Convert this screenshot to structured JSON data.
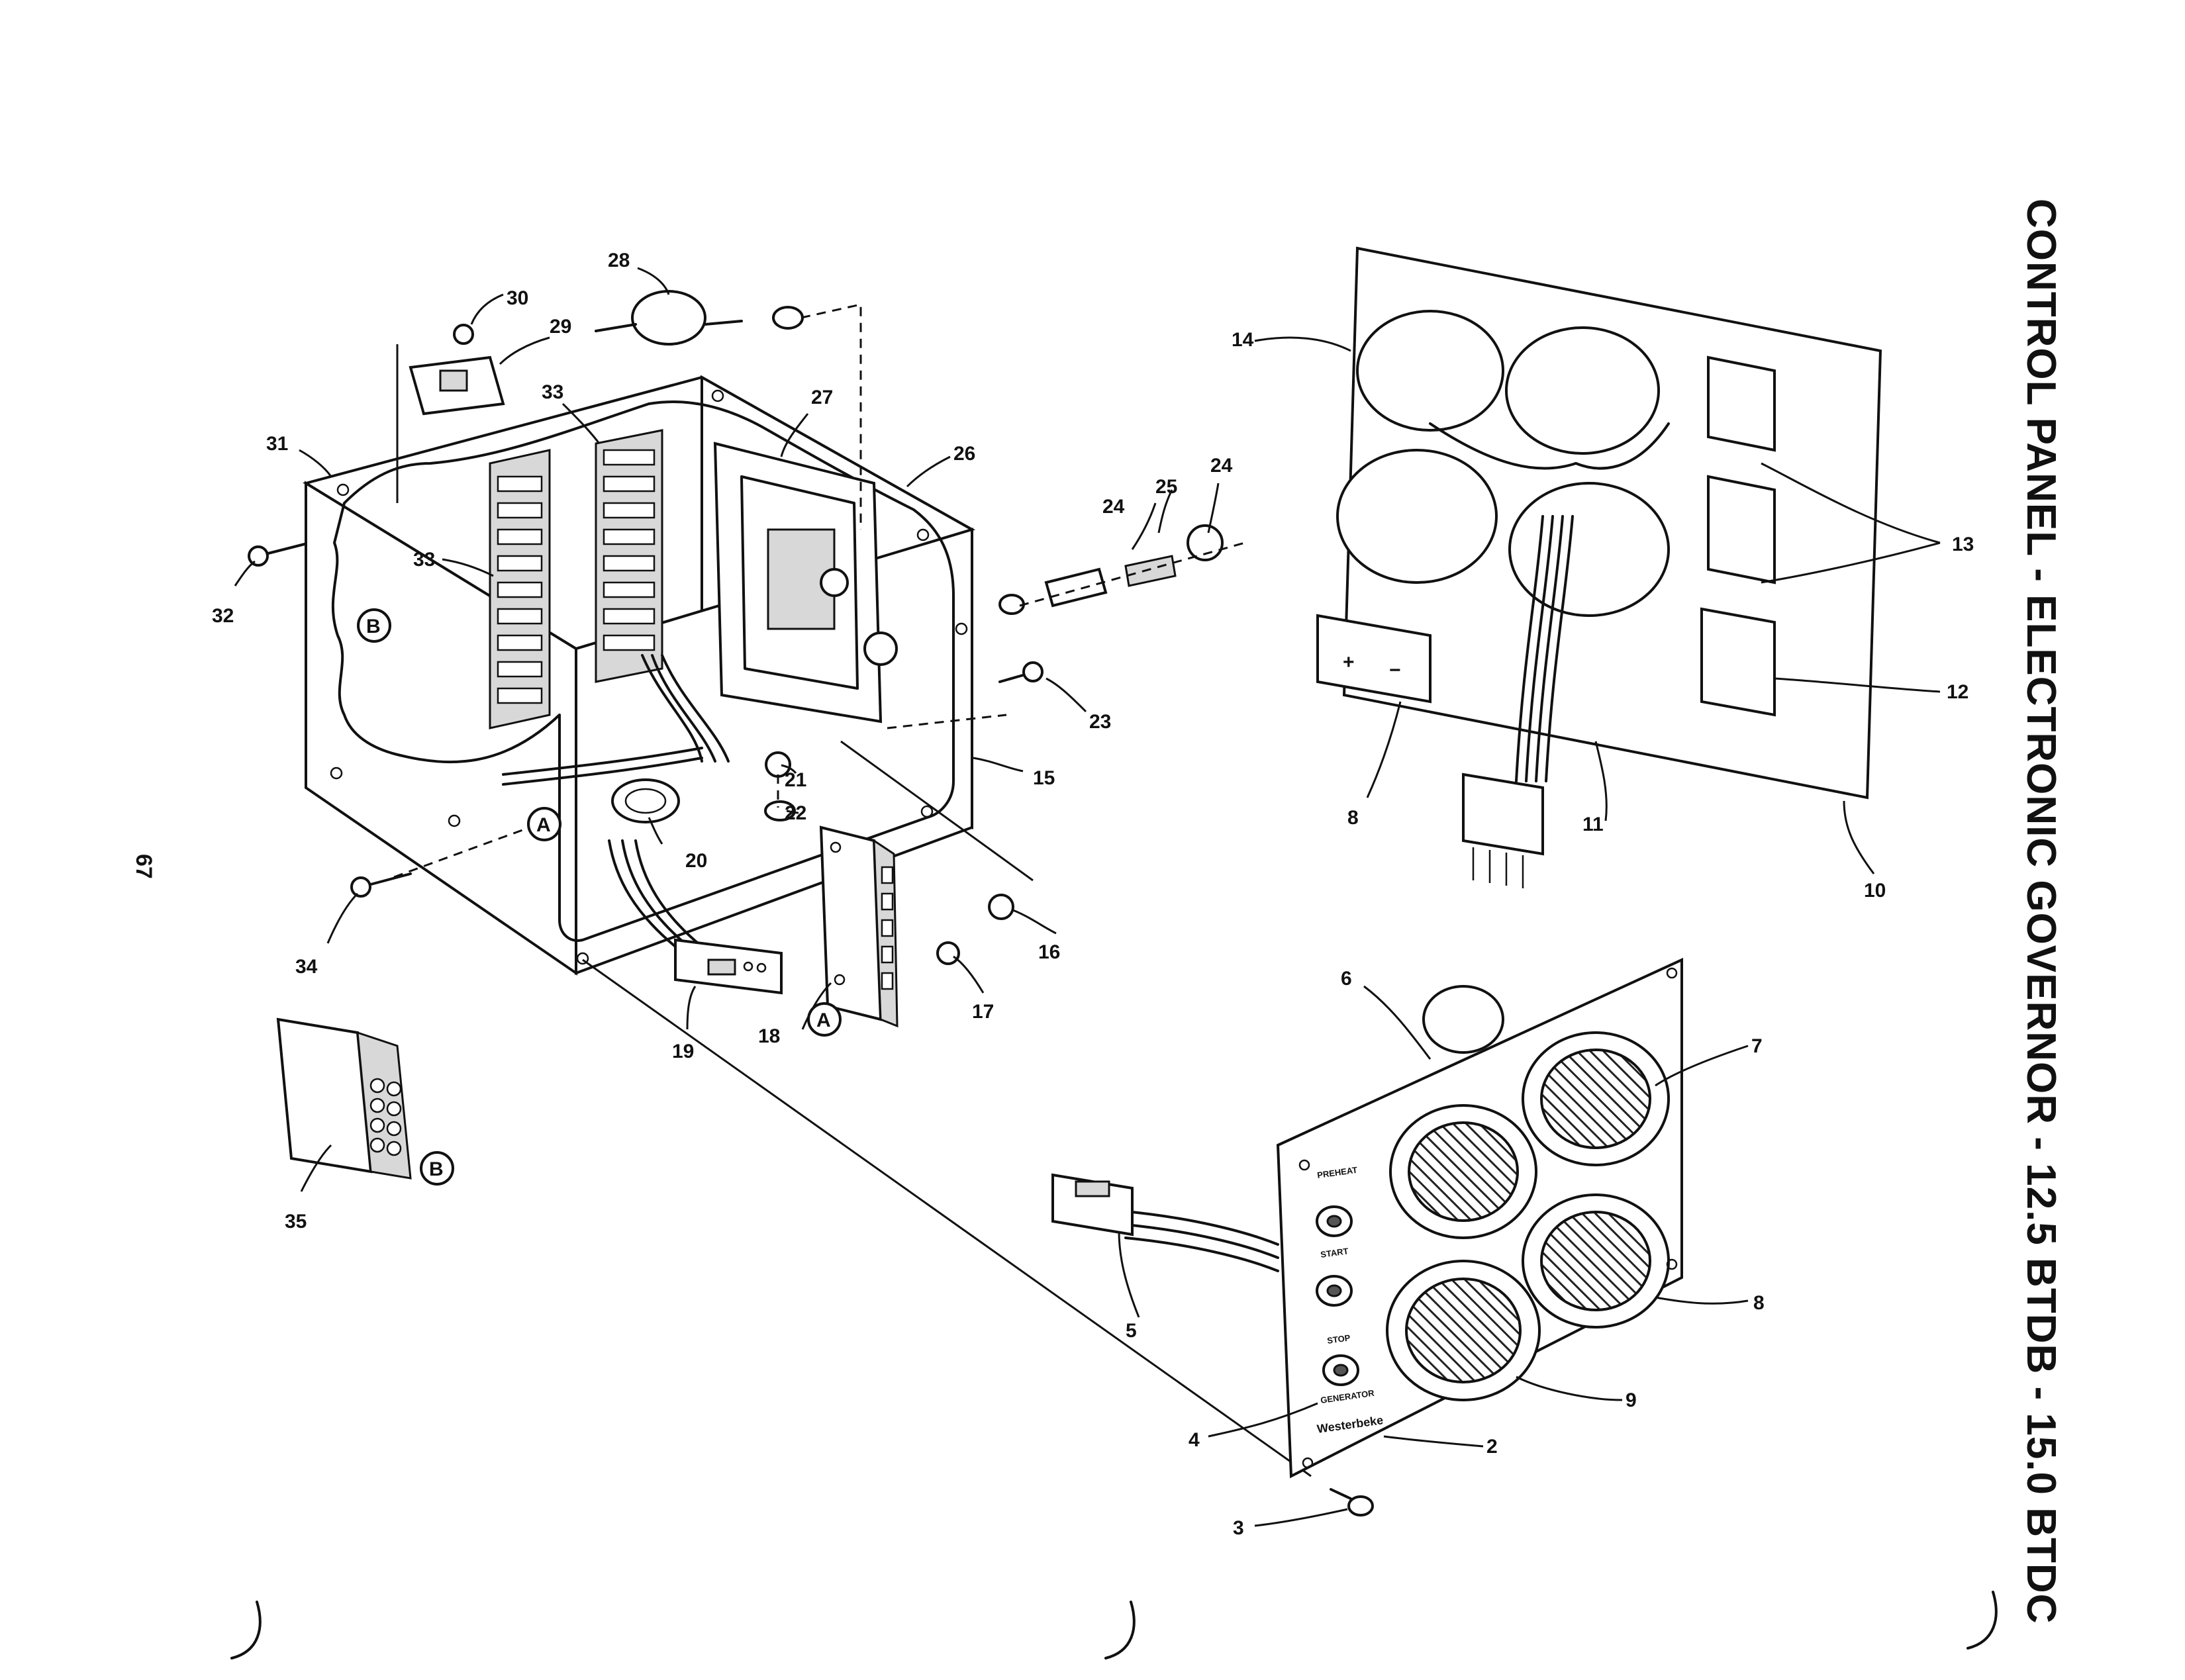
{
  "title": "CONTROL PANEL - ELECTRONIC GOVERNOR - 12.5 BTDB - 15.0 BTDC",
  "page_number": "67",
  "panel_labels": {
    "preheat": "PREHEAT",
    "start": "START",
    "stop": "STOP",
    "brand_small": "GENERATOR",
    "brand": "Westerbeke",
    "plus": "+",
    "minus": "−"
  },
  "reference_markers": {
    "a": "A",
    "b": "B"
  },
  "callouts": {
    "c2": "2",
    "c3": "3",
    "c4": "4",
    "c5": "5",
    "c6": "6",
    "c7": "7",
    "c8a": "8",
    "c8b": "8",
    "c9": "9",
    "c10": "10",
    "c11": "11",
    "c12": "12",
    "c13": "13",
    "c14": "14",
    "c15": "15",
    "c16": "16",
    "c17": "17",
    "c18": "18",
    "c19": "19",
    "c20": "20",
    "c21": "21",
    "c22": "22",
    "c23": "23",
    "c24a": "24",
    "c24b": "24",
    "c25": "25",
    "c26": "26",
    "c27": "27",
    "c28": "28",
    "c29": "29",
    "c30": "30",
    "c31": "31",
    "c32": "32",
    "c33a": "33",
    "c33b": "33",
    "c34": "34",
    "c35": "35"
  }
}
